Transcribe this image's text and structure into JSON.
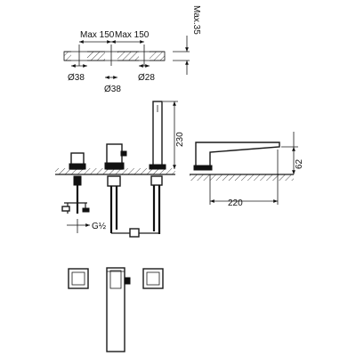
{
  "dimensions": {
    "max150_left": "Max 150",
    "max150_right": "Max 150",
    "max35": "Max.35",
    "dia38_left": "Ø38",
    "dia38_center": "Ø38",
    "dia28": "Ø28",
    "h230": "230",
    "h62": "62",
    "w220": "220",
    "thread": "G½"
  }
}
